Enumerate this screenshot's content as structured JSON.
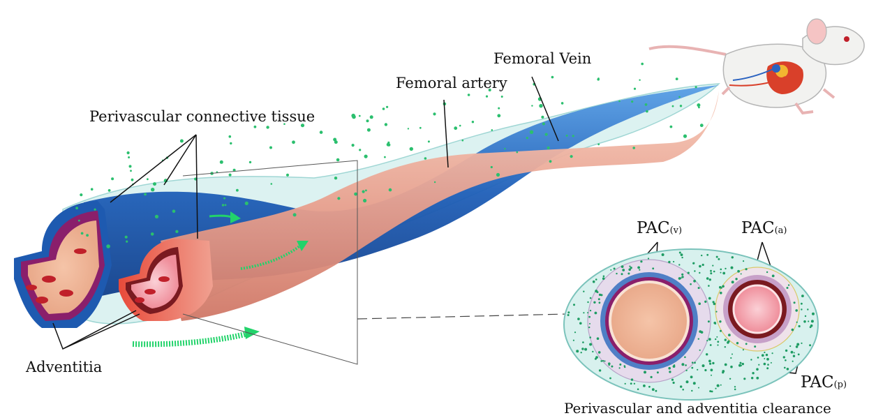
{
  "labels": {
    "perivascular_tissue": "Perivascular connective tissue",
    "femoral_artery": "Femoral artery",
    "femoral_vein": "Femoral Vein",
    "adventitia": "Adventitia",
    "clearance": "Perivascular and adventitia clearance"
  },
  "pac": {
    "v": {
      "main": "PAC",
      "sub": "(v)"
    },
    "a": {
      "main": "PAC",
      "sub": "(a)"
    },
    "p": {
      "main": "PAC",
      "sub": "(p)"
    }
  },
  "colors": {
    "vein": "#1f5fb8",
    "artery": "#e8a08e",
    "artery_wall": "#d23a3a",
    "vein_ring": "#8a1f6b",
    "tissue": "#bfe8e6",
    "dots": "#2bbf6e",
    "flow_arrow": "#22d36a"
  }
}
